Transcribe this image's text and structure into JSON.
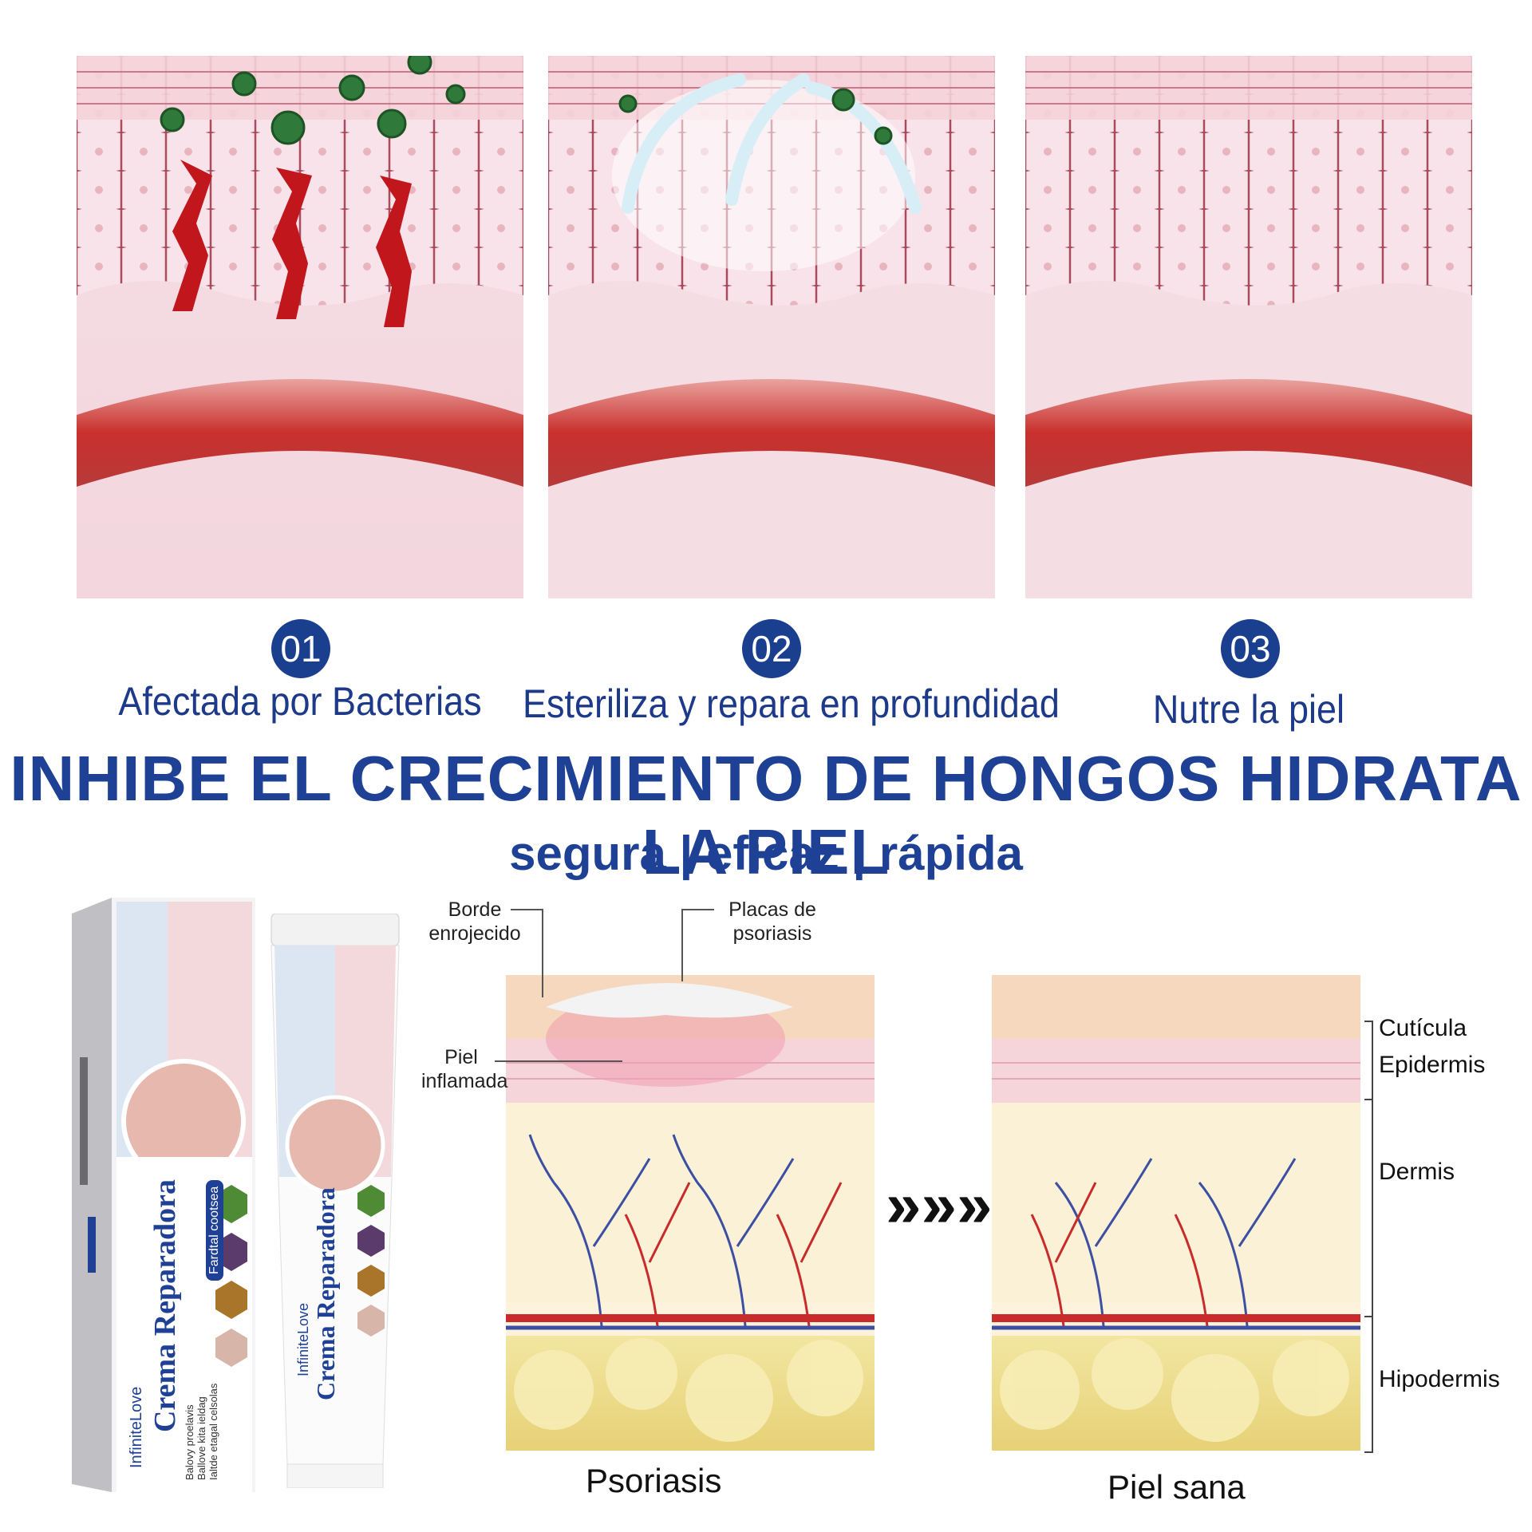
{
  "steps": [
    {
      "number": "01",
      "label": "Afectada por Bacterias"
    },
    {
      "number": "02",
      "label": "Esteriliza y repara en profundidad"
    },
    {
      "number": "03",
      "label": "Nutre la piel"
    }
  ],
  "headline": "INHIBE EL CRECIMIENTO DE HONGOS HIDRATA LA PIEL",
  "subline": "segura | eficaz | rápida",
  "product": {
    "brand": "InfiniteLove",
    "name": "Crema Reparadora",
    "tag": "Fardtal cootsea",
    "bullets": [
      "Balovy proelavis",
      "Ballove kita ieldag",
      "Ialtde etagal celsolas"
    ]
  },
  "diagram": {
    "callouts": {
      "red_border": "Borde enrojecido",
      "plaques": "Placas de psoriasis",
      "inflamed": "Piel inflamada"
    },
    "layers": [
      "Cutícula",
      "Epidermis",
      "Dermis",
      "Hipodermis"
    ],
    "captions": {
      "left": "Psoriasis",
      "right": "Piel sana"
    },
    "arrow": "»»»"
  },
  "colors": {
    "brand_blue": "#1e4196",
    "badge_blue": "#1a3f8f",
    "skin_pink": "#f4d4dc",
    "vessel_red": "#c9302c"
  }
}
